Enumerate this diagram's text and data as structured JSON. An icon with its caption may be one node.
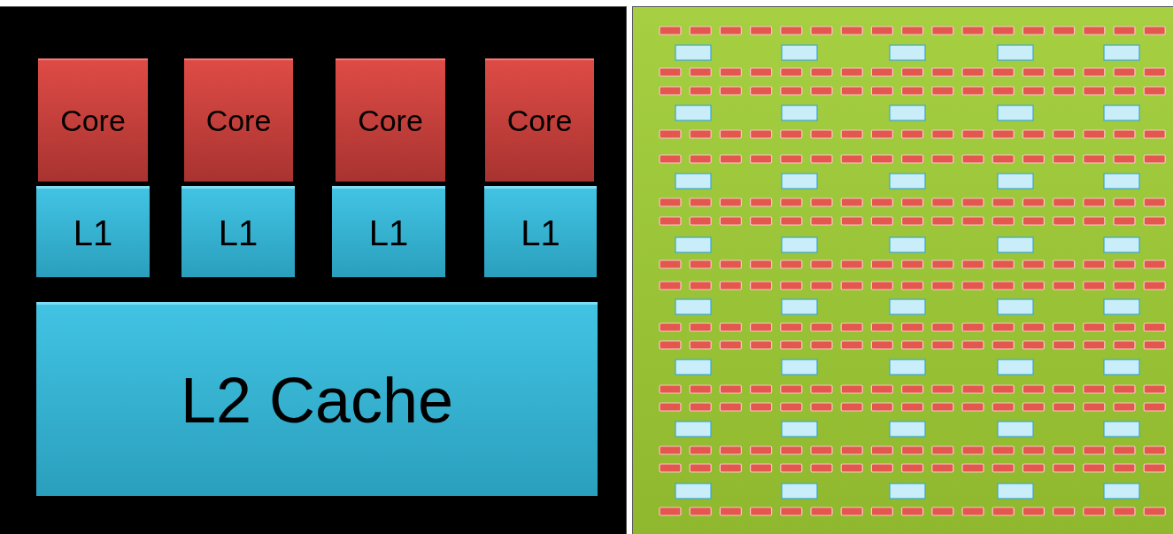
{
  "diagram": {
    "nodes": [
      {
        "text": [],
        "shape": "box"
      },
      {
        "text": [
          "Core"
        ],
        "in": 0
      },
      {
        "text": [
          "Core"
        ],
        "in": 0
      },
      {
        "text": [
          "Core"
        ],
        "in": 0
      },
      {
        "text": [
          "Core"
        ],
        "in": 0
      },
      {
        "text": [
          "L1"
        ],
        "in": 0
      },
      {
        "text": [
          "L1"
        ],
        "in": 0
      },
      {
        "text": [
          "L1"
        ],
        "in": 0
      },
      {
        "text": [
          "L1"
        ],
        "in": 0
      },
      {
        "text": [
          "L2 Cache"
        ],
        "in": 0
      },
      {
        "text": [],
        "shape": "box"
      }
    ]
  }
}
